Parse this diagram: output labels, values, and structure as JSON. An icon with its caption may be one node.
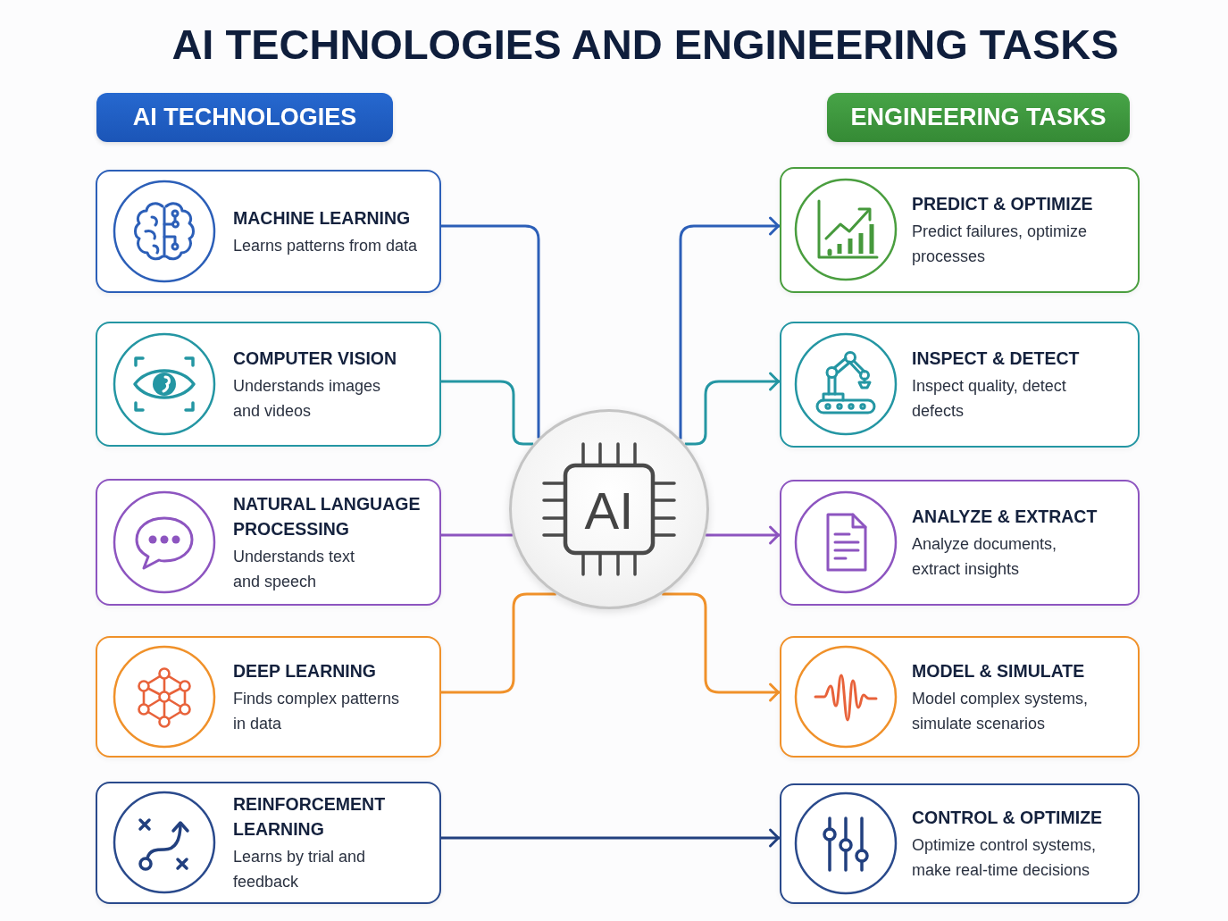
{
  "diagram": {
    "title": "AI TECHNOLOGIES AND ENGINEERING TASKS",
    "nodes": [
      {
        "text": [
          "AI TECHNOLOGIES"
        ]
      },
      {
        "text": [
          "ENGINEERING TASKS"
        ]
      },
      {
        "text": [
          "MACHINE LEARNING",
          "Learns patterns from data"
        ]
      },
      {
        "text": [
          "COMPUTER VISION",
          "Understands images and videos"
        ]
      },
      {
        "text": [
          "NATURAL LANGUAGE PROCESSING",
          "Understands text and speech"
        ]
      },
      {
        "text": [
          "DEEP LEARNING",
          "Finds complex patterns in data"
        ]
      },
      {
        "text": [
          "REINFORCEMENT LEARNING",
          "Learns by trial and feedback"
        ]
      },
      {
        "text": [
          "AI"
        ]
      },
      {
        "text": [
          "PREDICT & OPTIMIZE",
          "Predict failures, optimize processes"
        ]
      },
      {
        "text": [
          "INSPECT & DETECT",
          "Inspect quality, detect defects"
        ]
      },
      {
        "text": [
          "ANALYZE & EXTRACT",
          "Analyze documents, extract insights"
        ]
      },
      {
        "text": [
          "MODEL & SIMULATE",
          "Model complex systems, simulate scenarios"
        ]
      },
      {
        "text": [
          "CONTROL & OPTIMIZE",
          "Optimize control systems, make real-time decisions"
        ]
      }
    ],
    "edges": [
      {
        "from": 2,
        "to": 7,
        "arrow": "none",
        "color": "#2c5fb8"
      },
      {
        "from": 3,
        "to": 7,
        "arrow": "none",
        "color": "#2496a3"
      },
      {
        "from": 4,
        "to": 7,
        "arrow": "none",
        "color": "#8d55c0"
      },
      {
        "from": 5,
        "to": 7,
        "arrow": "none",
        "color": "#f0912a"
      },
      {
        "from": 7,
        "to": 8,
        "arrow": "to",
        "color": "#2c5fb8"
      },
      {
        "from": 7,
        "to": 9,
        "arrow": "to",
        "color": "#2496a3"
      },
      {
        "from": 7,
        "to": 10,
        "arrow": "to",
        "color": "#8d55c0"
      },
      {
        "from": 7,
        "to": 11,
        "arrow": "to",
        "color": "#f0912a"
      },
      {
        "from": 6,
        "to": 12,
        "arrow": "to",
        "color": "#22407f"
      }
    ]
  }
}
